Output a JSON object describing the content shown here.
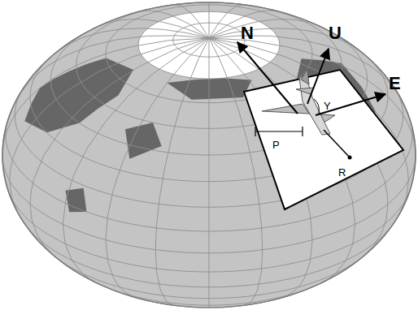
{
  "diagram": {
    "labels": [
      "N",
      "U",
      "E",
      "Y",
      "P",
      "R"
    ]
  }
}
